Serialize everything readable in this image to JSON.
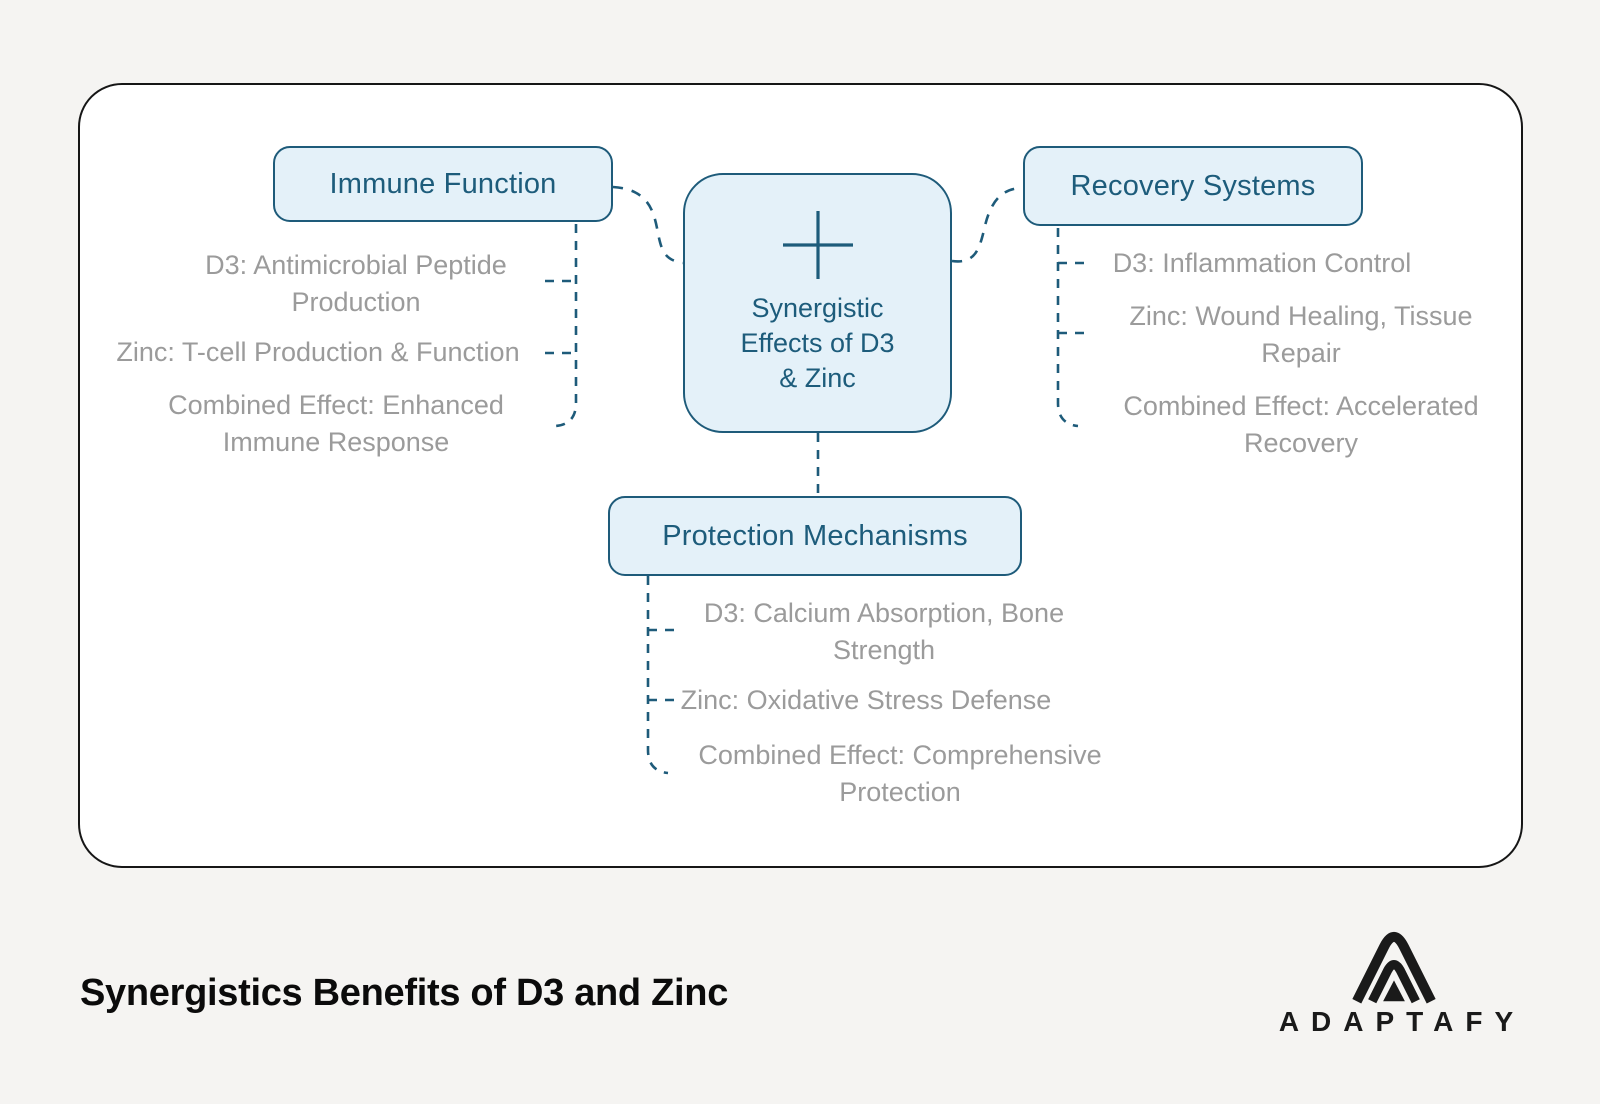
{
  "canvas": {
    "background_color": "#f5f4f2",
    "card_background": "#ffffff",
    "card_border_color": "#161616"
  },
  "diagram": {
    "colors": {
      "accent": "#1e5b7a",
      "node_fill": "#e4f1f9",
      "node_text": "#1d5c7b",
      "item_text": "#9b9b9b"
    },
    "center_node": {
      "icon": "plus-icon",
      "label": "Synergistic Effects of D3 & Zinc",
      "label_lines": [
        "Synergistic",
        "Effects of D3",
        "& Zinc"
      ]
    },
    "branches": [
      {
        "label": "Immune Function",
        "items": [
          "D3: Antimicrobial Peptide Production",
          "Zinc: T-cell Production & Function",
          "Combined Effect: Enhanced Immune Response"
        ]
      },
      {
        "label": "Recovery Systems",
        "items": [
          "D3: Inflammation Control",
          "Zinc: Wound Healing, Tissue Repair",
          "Combined Effect: Accelerated Recovery"
        ]
      },
      {
        "label": "Protection Mechanisms",
        "items": [
          "D3: Calcium Absorption, Bone Strength",
          "Zinc: Oxidative Stress Defense",
          "Combined Effect: Comprehensive Protection"
        ]
      }
    ]
  },
  "footer": {
    "title": "Synergistics Benefits of D3 and Zinc",
    "brand_name": "ADAPTAFY",
    "brand_logo": "adaptafy-mountain-icon"
  }
}
